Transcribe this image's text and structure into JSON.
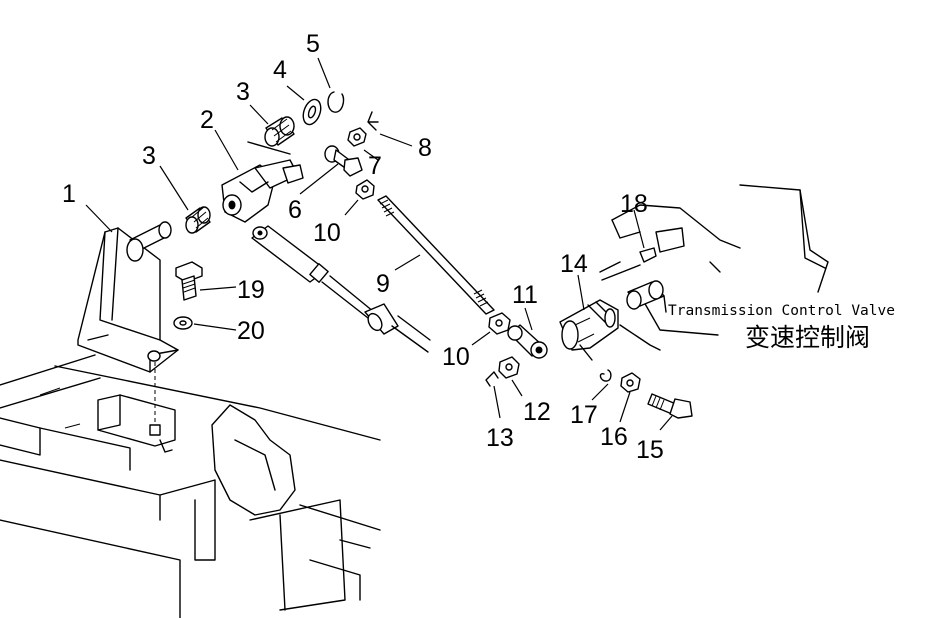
{
  "callouts": [
    "1",
    "2",
    "3",
    "3",
    "4",
    "5",
    "6",
    "7",
    "8",
    "9",
    "10",
    "10",
    "11",
    "12",
    "13",
    "14",
    "15",
    "16",
    "17",
    "18",
    "19",
    "20"
  ],
  "caption": {
    "english": "Transmission Control Valve",
    "chinese": "变速控制阀"
  }
}
